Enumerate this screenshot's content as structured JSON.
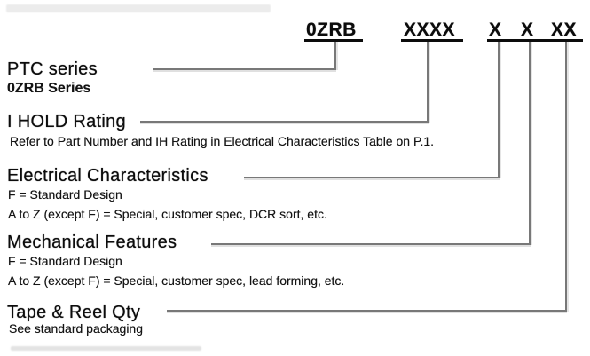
{
  "part_number": {
    "segments": [
      "0ZRB",
      "XXXX",
      "X",
      "X",
      "XX"
    ]
  },
  "sections": [
    {
      "title": "PTC series",
      "lines": [
        "0ZRB Series"
      ]
    },
    {
      "title": "I HOLD Rating",
      "lines": [
        "Refer to Part Number and IH Rating in Electrical Characteristics Table on P.1."
      ]
    },
    {
      "title": "Electrical Characteristics",
      "lines": [
        "F = Standard Design",
        "A to Z (except F) = Special, customer spec, DCR sort, etc."
      ]
    },
    {
      "title": "Mechanical Features",
      "lines": [
        "F = Standard Design",
        "A to Z (except F) = Special, customer spec, lead forming, etc."
      ]
    },
    {
      "title": "Tape & Reel Qty",
      "lines": [
        "See standard packaging"
      ]
    }
  ],
  "colors": {
    "background": "#ffffff",
    "text": "#0c0c0c",
    "underline": "#0c0c0c",
    "connector_line": "#787878"
  }
}
